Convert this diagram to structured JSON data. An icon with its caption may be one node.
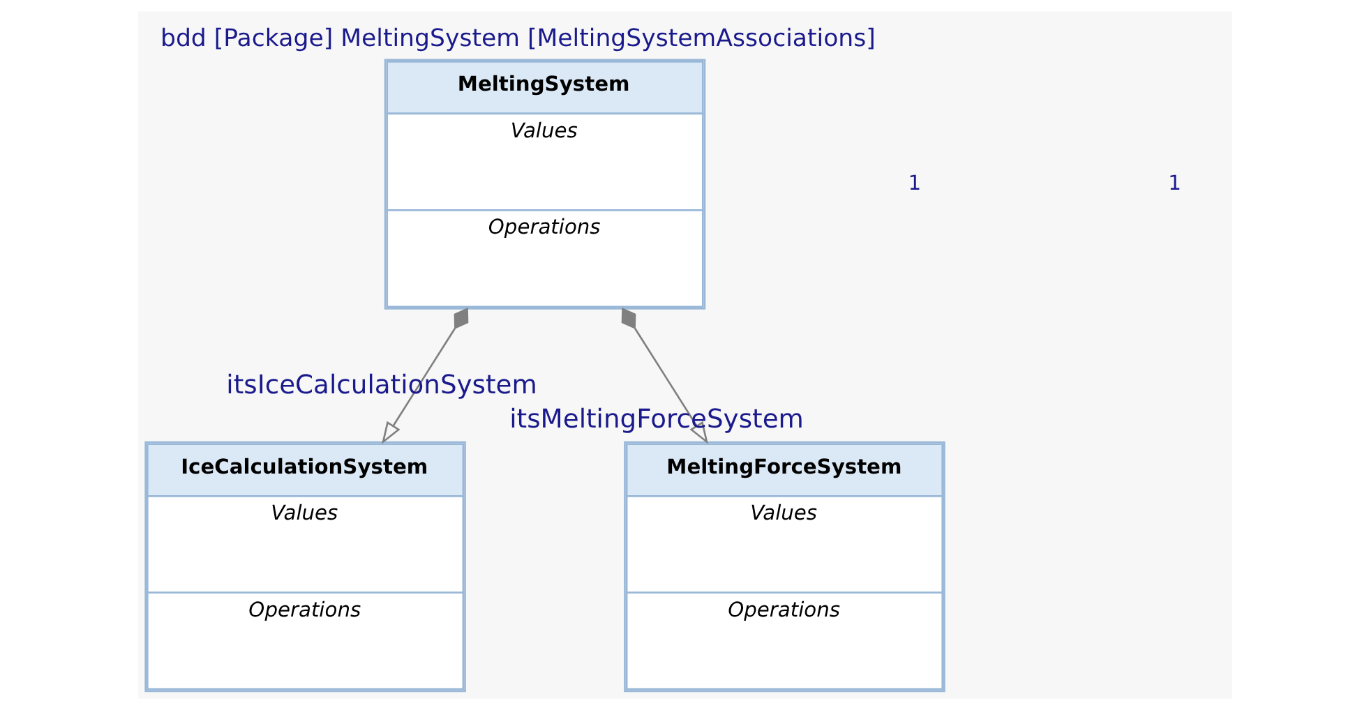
{
  "diagram": {
    "title": "bdd [Package] MeltingSystem [MeltingSystemAssociations]",
    "nodes": [
      {
        "text": [
          "MeltingSystem",
          "Values",
          "Operations"
        ]
      },
      {
        "text": [
          "IceCalculationSystem",
          "Values",
          "Operations"
        ]
      },
      {
        "text": [
          "MeltingForceSystem",
          "Values",
          "Operations"
        ]
      }
    ],
    "edges": [
      {
        "from": 0,
        "to": 1,
        "arrow": "to",
        "label": "itsIceCalculationSystem"
      },
      {
        "from": 0,
        "to": 2,
        "arrow": "to",
        "label": "itsMeltingForceSystem"
      }
    ],
    "labels": [
      "1",
      "1"
    ]
  }
}
